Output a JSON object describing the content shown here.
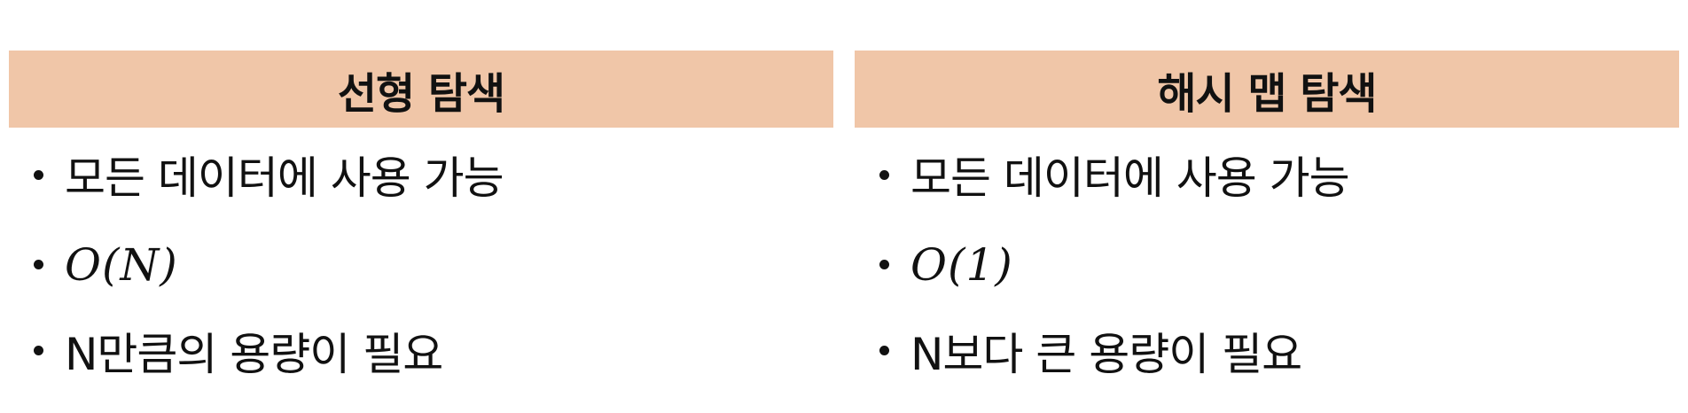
{
  "linear": {
    "title": "선형 탐색",
    "items": [
      "모든 데이터에 사용 가능",
      "O(N)",
      "N만큼의 용량이 필요"
    ]
  },
  "hashmap": {
    "title": "해시 맵 탐색",
    "items": [
      "모든 데이터에 사용 가능",
      "O(1)",
      "N보다 큰 용량이 필요"
    ]
  },
  "colors": {
    "header_bg": "#f0c6a8",
    "text": "#111111"
  }
}
